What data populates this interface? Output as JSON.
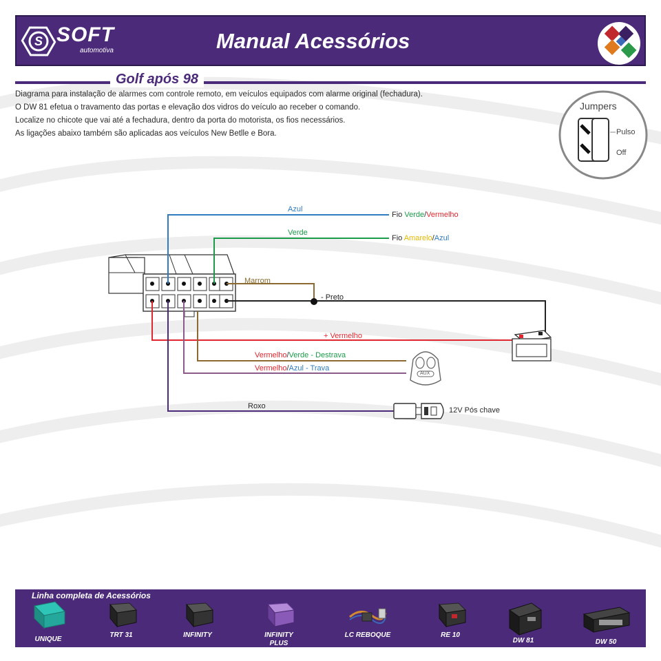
{
  "header": {
    "brand": "SOFT",
    "brand_sub": "automotiva",
    "title": "Manual Acessórios"
  },
  "subtitle": "Golf após 98",
  "description": [
    "Diagrama para instalação de alarmes com controle remoto, em veículos equipados com alarme original (fechadura).",
    "O DW 81 efetua o travamento das portas e elevação dos vidros do veículo ao receber o comando.",
    "Localize no chicote que vai até a fechadura, dentro da porta do motorista, os fios necessários.",
    "As ligações abaixo também são aplicadas aos veículos New Betlle e Bora."
  ],
  "jumpers": {
    "title": "Jumpers",
    "pulso": "Pulso",
    "off": "Off"
  },
  "wires": {
    "azul": "Azul",
    "verde": "Verde",
    "fio1_prefix": "Fio ",
    "fio1_a": "Verde",
    "fio1_sep": "/",
    "fio1_b": "Vermelho",
    "fio2_prefix": "Fio ",
    "fio2_a": "Amarelo",
    "fio2_sep": "/",
    "fio2_b": "Azul",
    "marrom": "Marrom",
    "preto": "- Preto",
    "vermelho": "+ Vermelho",
    "destrava_a": "Vermelho",
    "destrava_sep": "/",
    "destrava_b": "Verde",
    "destrava_c": " - Destrava",
    "trava_a": "Vermelho",
    "trava_sep": "/",
    "trava_b": "Azul",
    "trava_c": " - Trava",
    "roxo": "Roxo",
    "pos_chave": "12V  Pós chave",
    "aux": "AUX"
  },
  "colors": {
    "purple": "#4b2a7a",
    "blue": "#2e7bbf",
    "green": "#1a9a4a",
    "red": "#e0262e",
    "brown": "#8a6a30",
    "yellow": "#e6b800",
    "black": "#222222",
    "wire_red_green": "#8a6a30",
    "wire_red_blue": "#8a6a8a",
    "roxo": "#4b2a7a"
  },
  "footer": {
    "title": "Linha completa de Acessórios",
    "products": [
      {
        "label": "UNIQUE",
        "color": "#2ec4b6"
      },
      {
        "label": "TRT 31",
        "color": "#333333"
      },
      {
        "label": "INFINITY",
        "color": "#333333"
      },
      {
        "label": "INFINITY PLUS",
        "color": "#8a5ab8"
      },
      {
        "label": "LC REBOQUE",
        "color": "#d08a30"
      },
      {
        "label": "RE 10",
        "color": "#333333"
      },
      {
        "label": "DW 81",
        "color": "#222222"
      },
      {
        "label": "DW 50",
        "color": "#222222"
      }
    ]
  }
}
